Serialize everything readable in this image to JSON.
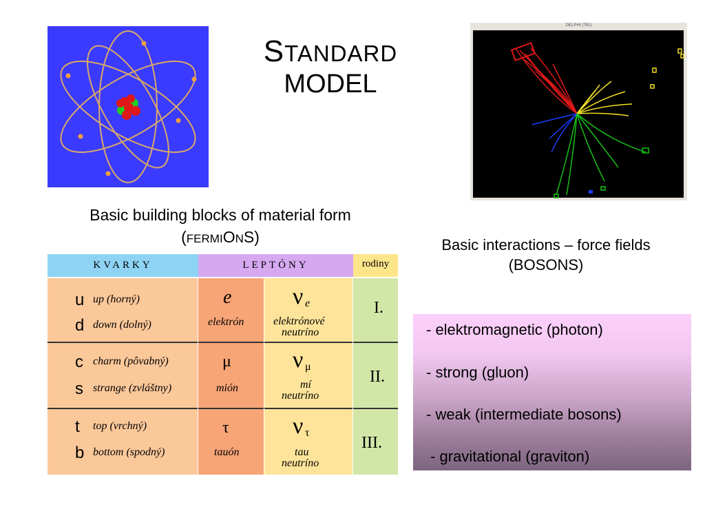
{
  "title": {
    "line1_first": "S",
    "line1_rest": "TANDARD",
    "line2": "MODEL"
  },
  "event_display": {
    "label": "DELPHI  (781)"
  },
  "fermions": {
    "caption_line1": "Basic building blocks of material form",
    "caption_a": "(",
    "caption_b": "FERMI",
    "caption_c": "O",
    "caption_d": "N",
    "caption_e": "S)",
    "table": {
      "headers": {
        "quarks": "KVARKY",
        "leptons": "LEPTÓNY",
        "families": "rodiny"
      },
      "rows": [
        {
          "q1_sym": "u",
          "q1_name": "up (horný)",
          "q2_sym": "d",
          "q2_name": "down (dolný)",
          "l_sym": "e",
          "l_name": "elektrón",
          "n_sym": "ν",
          "n_sub": "e",
          "n_name1": "elektrónové",
          "n_name2": "neutríno",
          "gen": "I."
        },
        {
          "q1_sym": "c",
          "q1_name": "charm (pôvabný)",
          "q2_sym": "s",
          "q2_name": "strange (zvláštny)",
          "l_sym": "μ",
          "l_name": "mión",
          "n_sym": "ν",
          "n_sub": "μ",
          "n_name1": "mí",
          "n_name2": "neutríno",
          "gen": "II."
        },
        {
          "q1_sym": "t",
          "q1_name": "top (vrchný)",
          "q2_sym": "b",
          "q2_name": "bottom (spodný)",
          "l_sym": "τ",
          "l_name": "tauón",
          "n_sym": "ν",
          "n_sub": "τ",
          "n_name1": "tau",
          "n_name2": "neutríno",
          "gen": "III."
        }
      ]
    }
  },
  "bosons": {
    "caption_line1": "Basic interactions – force fields",
    "caption_line2": "(BOSONS)",
    "items": [
      "- elektromagnetic (photon)",
      "- strong (gluon)",
      "- weak (intermediate bosons)",
      " - gravitational (graviton)"
    ]
  },
  "colors": {
    "atom_bg": "#3b3bff",
    "quark_header": "#8fd3f4",
    "lepton_header": "#d6a8f0",
    "family_header": "#fde58a",
    "quark_cells": "#fbc89a",
    "charged_lepton_cells": "#f7a476",
    "neutrino_cells": "#fde49a",
    "family_cells": "#d2e6a8"
  }
}
